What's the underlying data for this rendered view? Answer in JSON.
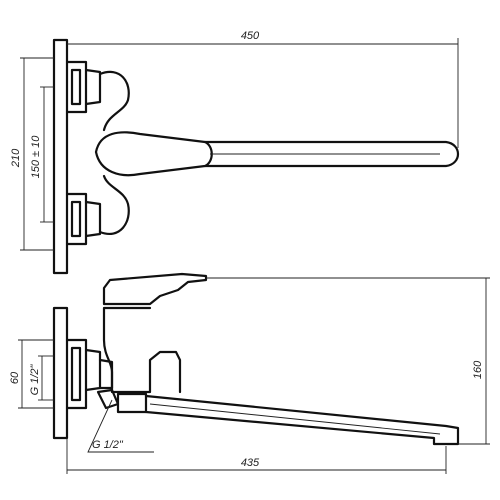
{
  "dimensions": {
    "overall_length": "450",
    "total_height": "210",
    "center_distance": "150 ± 10",
    "spout_reach": "435",
    "body_height": "160",
    "inlet_height": "60",
    "inlet_thread": "G 1/2\"",
    "outlet_thread": "G 1/2\""
  }
}
